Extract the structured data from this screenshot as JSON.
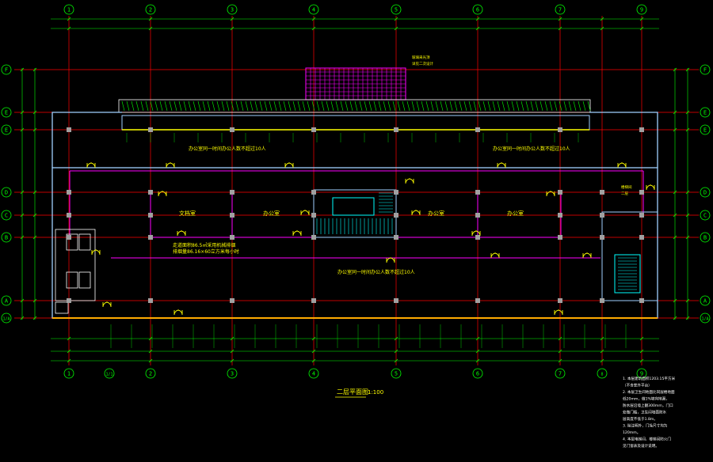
{
  "drawing": {
    "title": "二层平面图",
    "scale": "1:100",
    "colors": {
      "background": "#000000",
      "axis_line": "#ff0000",
      "dimension": "#00ff00",
      "wall": "#a0d0ff",
      "partition": "#ff00ff",
      "column": "#a0a0a0",
      "text": "#ffff00",
      "door": "#ffff00",
      "canopy": "#ff00ff",
      "stair": "#00ffff"
    }
  },
  "axes": {
    "columns": [
      "1",
      "2",
      "3",
      "4",
      "5",
      "6",
      "7",
      "8",
      "9"
    ],
    "extra_column": "1/1",
    "rows": [
      "F",
      "E",
      "E",
      "D",
      "C",
      "B",
      "A",
      "1/A"
    ],
    "rows_right": [
      "F",
      "E",
      "E",
      "D",
      "C",
      "B",
      "A",
      "1/A"
    ]
  },
  "rooms": {
    "office_1": "文档室",
    "office_2": "办公室",
    "office_3": "办公室",
    "office_4": "办公室",
    "corridor_note": "办公室同一时间办公人数不超过10人",
    "upper_note_left": "办公室同一时间办公人数不超过10人",
    "upper_note_right": "办公室同一时间办公人数不超过10人",
    "lower_note": "办公室同一时间办公人数不超过10人",
    "fire_note_1": "走道面积86.5㎡采用机械排烟",
    "fire_note_2": "排烟量86.16×60立方米每小时"
  },
  "annotations": {
    "canopy_label": "玻璃采光顶",
    "canopy_label_2": "详见二次设计",
    "stair_label": "楼梯间",
    "stair_label_2": "二层"
  },
  "notes": [
    "1. 本层建筑面积1203.15平方米",
    "   （不含室外平台）",
    "2. 本层卫生间地面比同层楼地面",
    "   低20mm，做1%坡向地漏，",
    "   防水层沿墙上翻300mm，门口",
    "   处做门槛，卫生间墙面防水",
    "   层高度不低于1.8m。",
    "3. 除注明外，门垛尺寸均为",
    "   120mm。",
    "4. 本层电梯间、楼梯间防火门",
    "   见门窗表及设计说明。"
  ]
}
